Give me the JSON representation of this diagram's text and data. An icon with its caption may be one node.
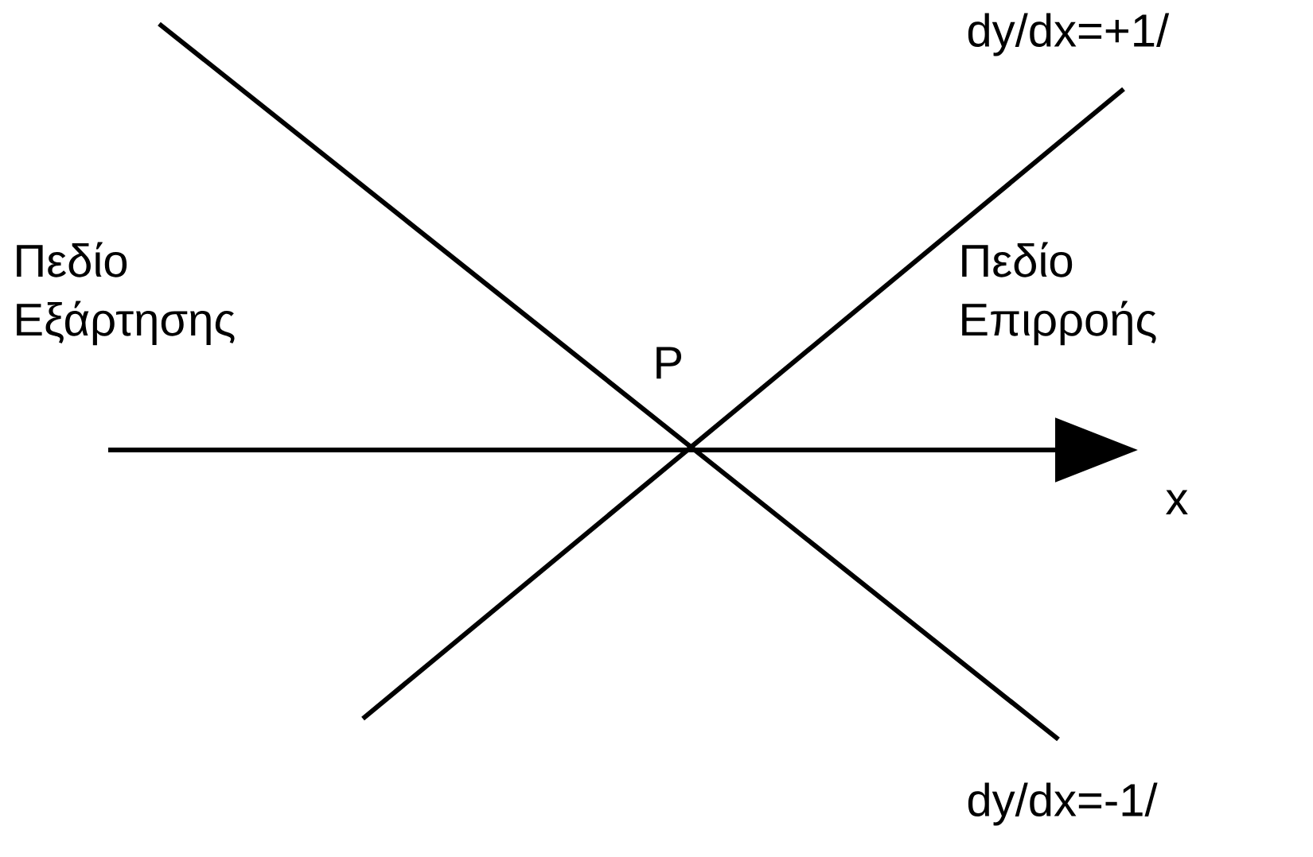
{
  "diagram": {
    "labels": [
      "dy/dx=+1/",
      "Πεδίο Εξάρτησης",
      "P",
      "Πεδίο Επιρροής",
      "x",
      "dy/dx=-1/"
    ]
  }
}
